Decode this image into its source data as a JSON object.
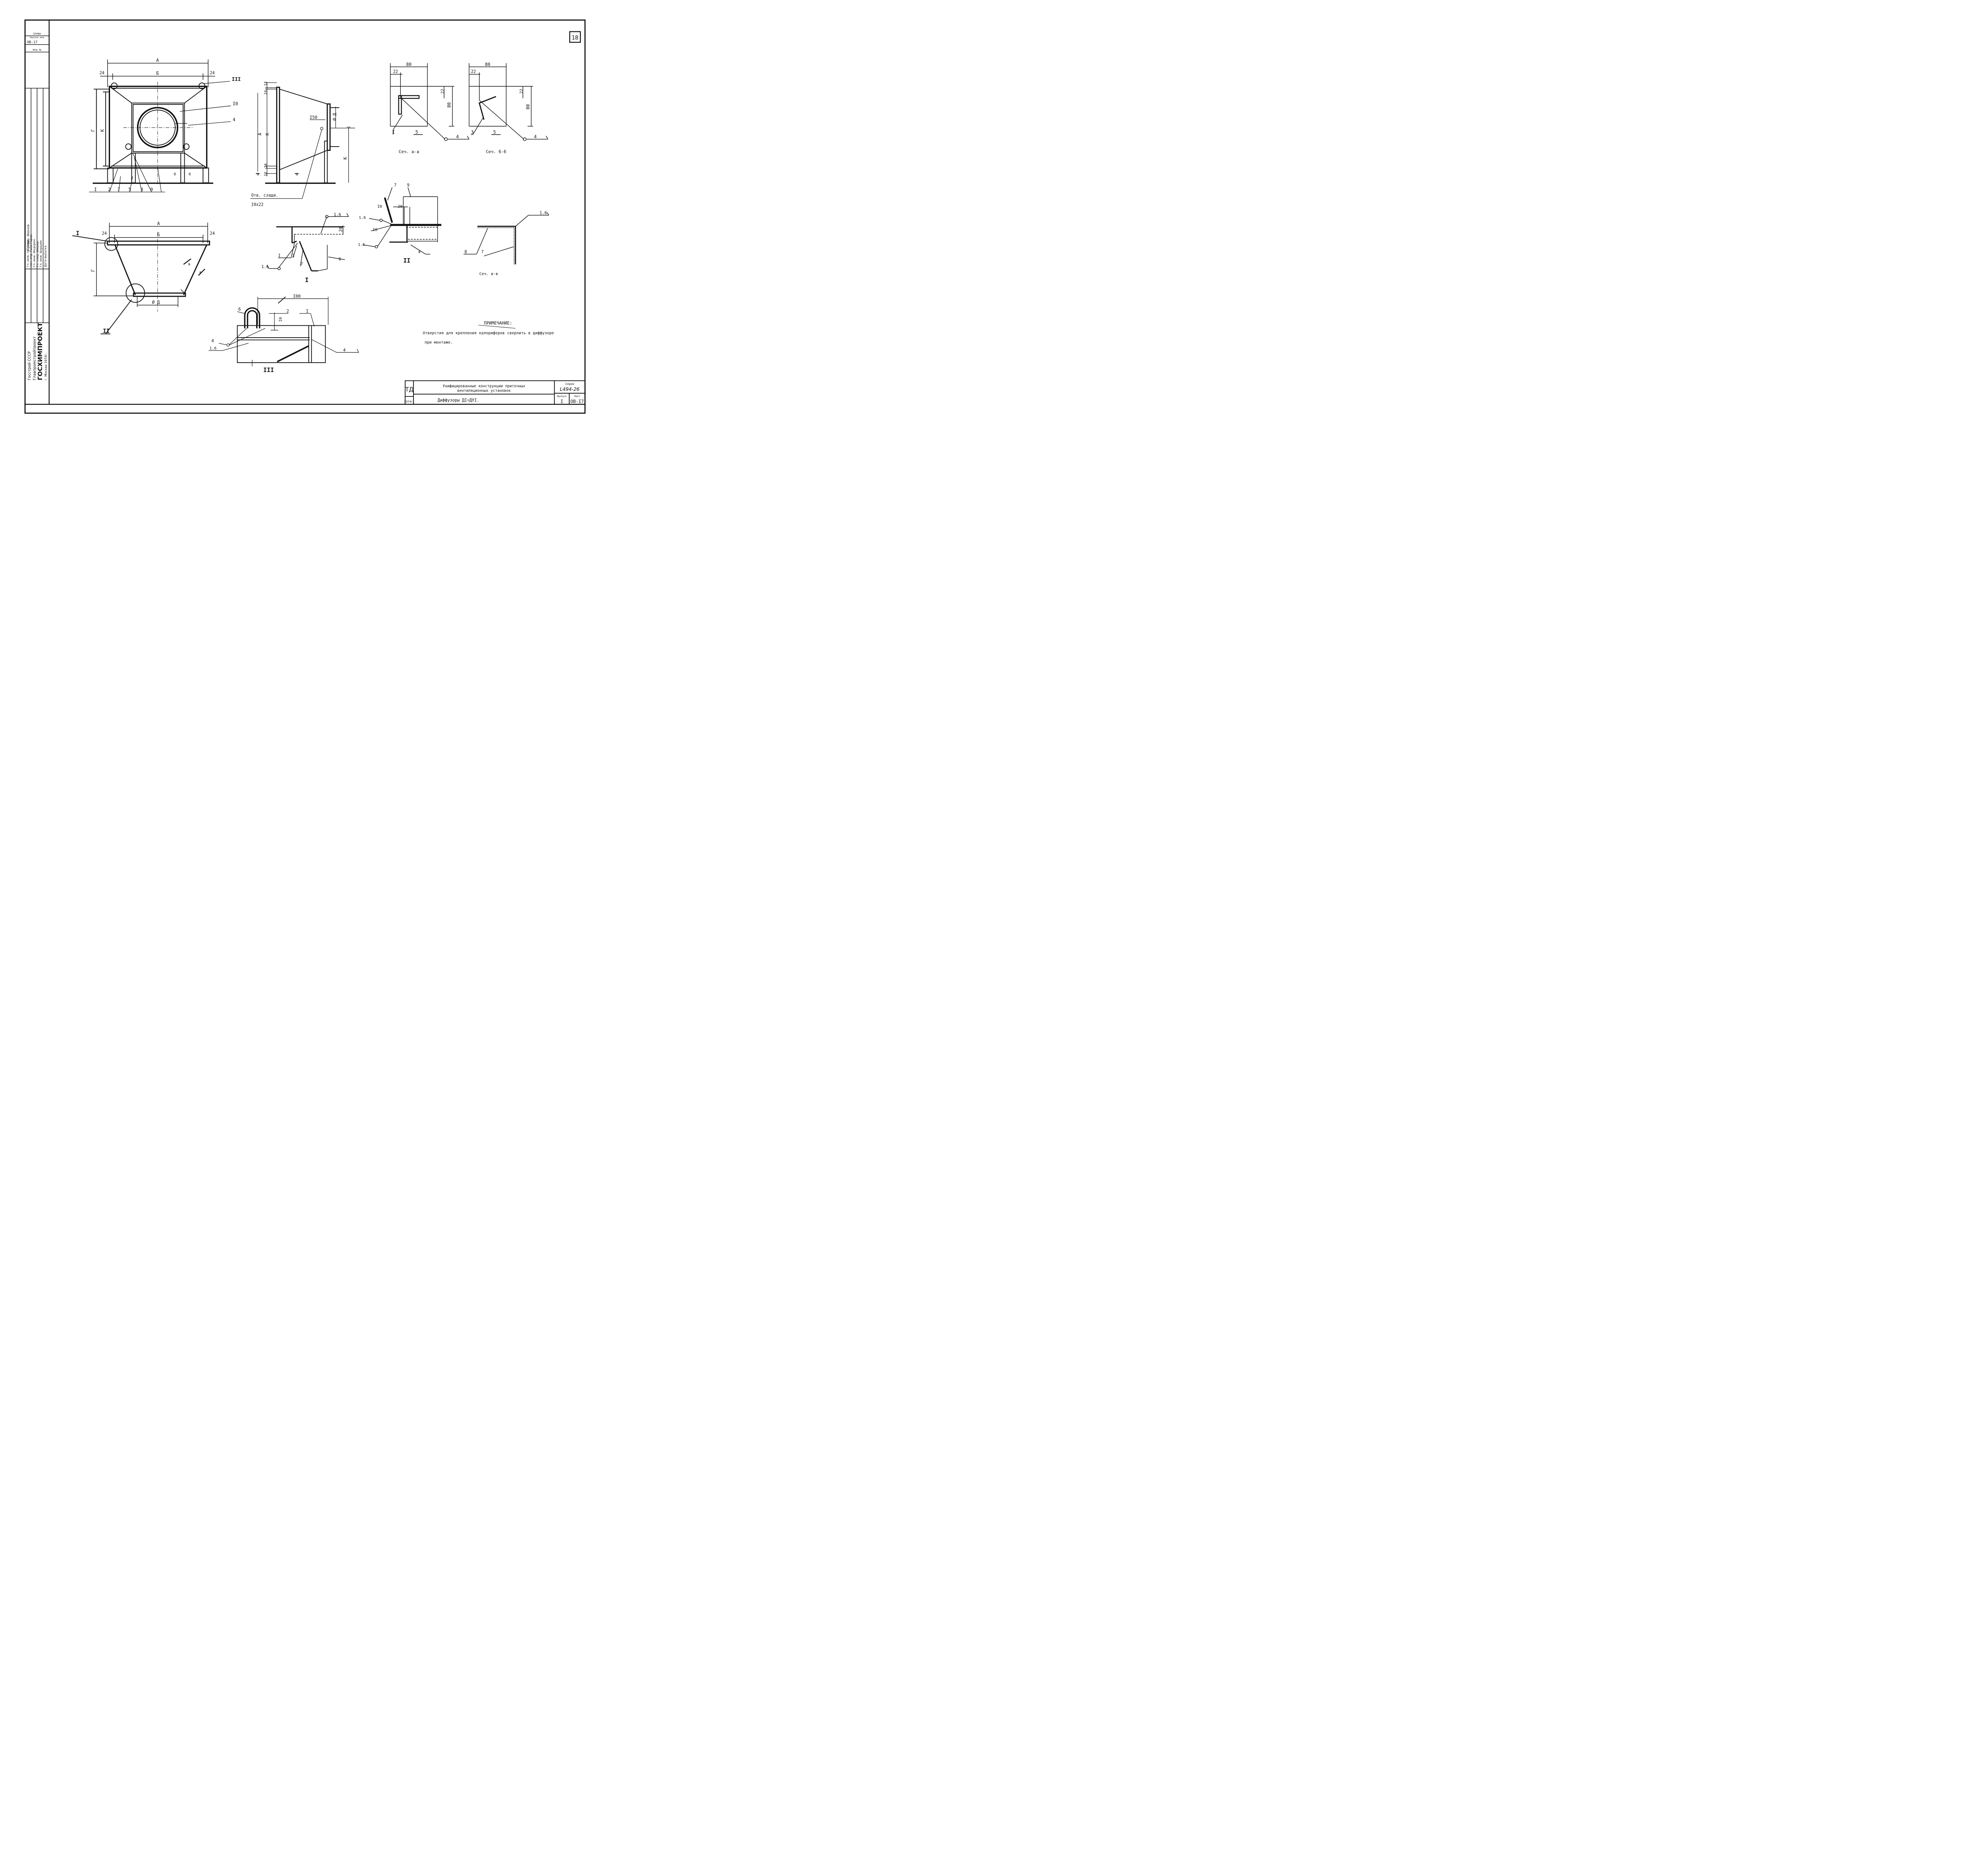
{
  "sheet": {
    "sheet_number": "18",
    "left_strip": {
      "cipher_label": "Шифр",
      "ref_label": "Чертеж. инв.",
      "ref_value": "ОВ-17",
      "inv_label": "Инв. №",
      "sig_rows": [
        "Гл. инж. пр. Геор.",
        "Нач. отд. Гаев-Гаров.",
        "Гл. инж. Федорен.",
        "Гл. спец. Фишер.",
        "Гл. инж. Борщем.",
        "Дата выпуска"
      ],
      "check_label": "Провер. Иванов",
      "org_line1": "Госстрой СССР",
      "org_line2": "Главпромстройпроект",
      "org_name": "ГОСХИМПРОЕКТ",
      "org_city": "г. Москва 1974г."
    },
    "front_view": {
      "dim_A": "А",
      "dim_B": "Б",
      "dim_24_left": "24",
      "dim_24_right": "24",
      "dim_I": "Г",
      "dim_K": "К",
      "callout_10": "I0",
      "callout_4": "4",
      "callout_III": "III",
      "labels": [
        "I",
        "2",
        "7",
        "5",
        "3",
        "9"
      ],
      "section_b_left": "б",
      "section_b_right": "б"
    },
    "side_view": {
      "dim_12_top": "12",
      "dim_24_top": "24",
      "dim_A": "А",
      "dim_K": "К",
      "dim_24_bot": "24",
      "dim_12_bot": "12",
      "dim_150": "I50",
      "dim_D": "Ø Д",
      "dim_K_right": "К",
      "section_a_left": "а",
      "section_a_right": "а",
      "note_holes": "Отв. сзади.",
      "note_size": "I0х22"
    },
    "section_aa": {
      "dim_80_top": "80",
      "dim_22_left": "22",
      "dim_22_right": "22",
      "dim_80_side": "80",
      "label_1": "I",
      "label_5": "5",
      "weld": "4",
      "caption": "Сеч. а-а"
    },
    "section_bb": {
      "dim_80_top": "80",
      "dim_22_left": "22",
      "dim_22_right": "22",
      "dim_80_side": "80",
      "label_3": "3",
      "label_5": "5",
      "weld": "4",
      "caption": "Сеч. б-б"
    },
    "plan_view": {
      "dim_A": "А",
      "dim_B": "Б",
      "dim_24_left": "24",
      "dim_24_right": "24",
      "dim_G": "Г",
      "dim_D": "Ø Д",
      "callout_I": "I",
      "callout_II": "II",
      "section_v": "в"
    },
    "detail_I": {
      "weld_top": "1.6",
      "dim_20": "20",
      "label_I": "I",
      "label_3": "3",
      "label_7": "7",
      "label_9": "9",
      "weld_bottom": "1.6",
      "title": "I"
    },
    "detail_II": {
      "label_7": "7",
      "label_9": "9",
      "dim_10_top": "I0",
      "dim_20": "20",
      "weld_top": "1.6",
      "dim_10_mid": "I0",
      "weld_bottom": "1.6",
      "label_4": "4",
      "title": "II"
    },
    "section_vv": {
      "weld": "1.6",
      "label_8": "8",
      "label_7": "7",
      "caption": "Сеч. в-в"
    },
    "detail_III": {
      "label_6": "6",
      "dim_100": "I00",
      "label_2": "2",
      "label_1": "I",
      "dim_10": "I0",
      "weld_left": "4",
      "weld_small": "1.6",
      "weld_right": "4",
      "title": "III"
    },
    "note": {
      "heading": "ПРИМЕЧАНИЕ:",
      "line1": "Отверстия для крепления калориферов сверлить в диффузоре",
      "line2": "при монтаже."
    },
    "title_block": {
      "code": "ТД",
      "year": "1974г.",
      "title_line1": "Унифицированные конструкции приточных",
      "title_line2": "вентиляционных установок",
      "drawing_name": "Диффузоры ДI÷ДУI.",
      "series_label": "Серия",
      "series_value": "L494-26",
      "issue_label": "Выпуск",
      "issue_value": "I",
      "sheet_label": "Лист",
      "sheet_value": "ОВ-I7"
    }
  }
}
